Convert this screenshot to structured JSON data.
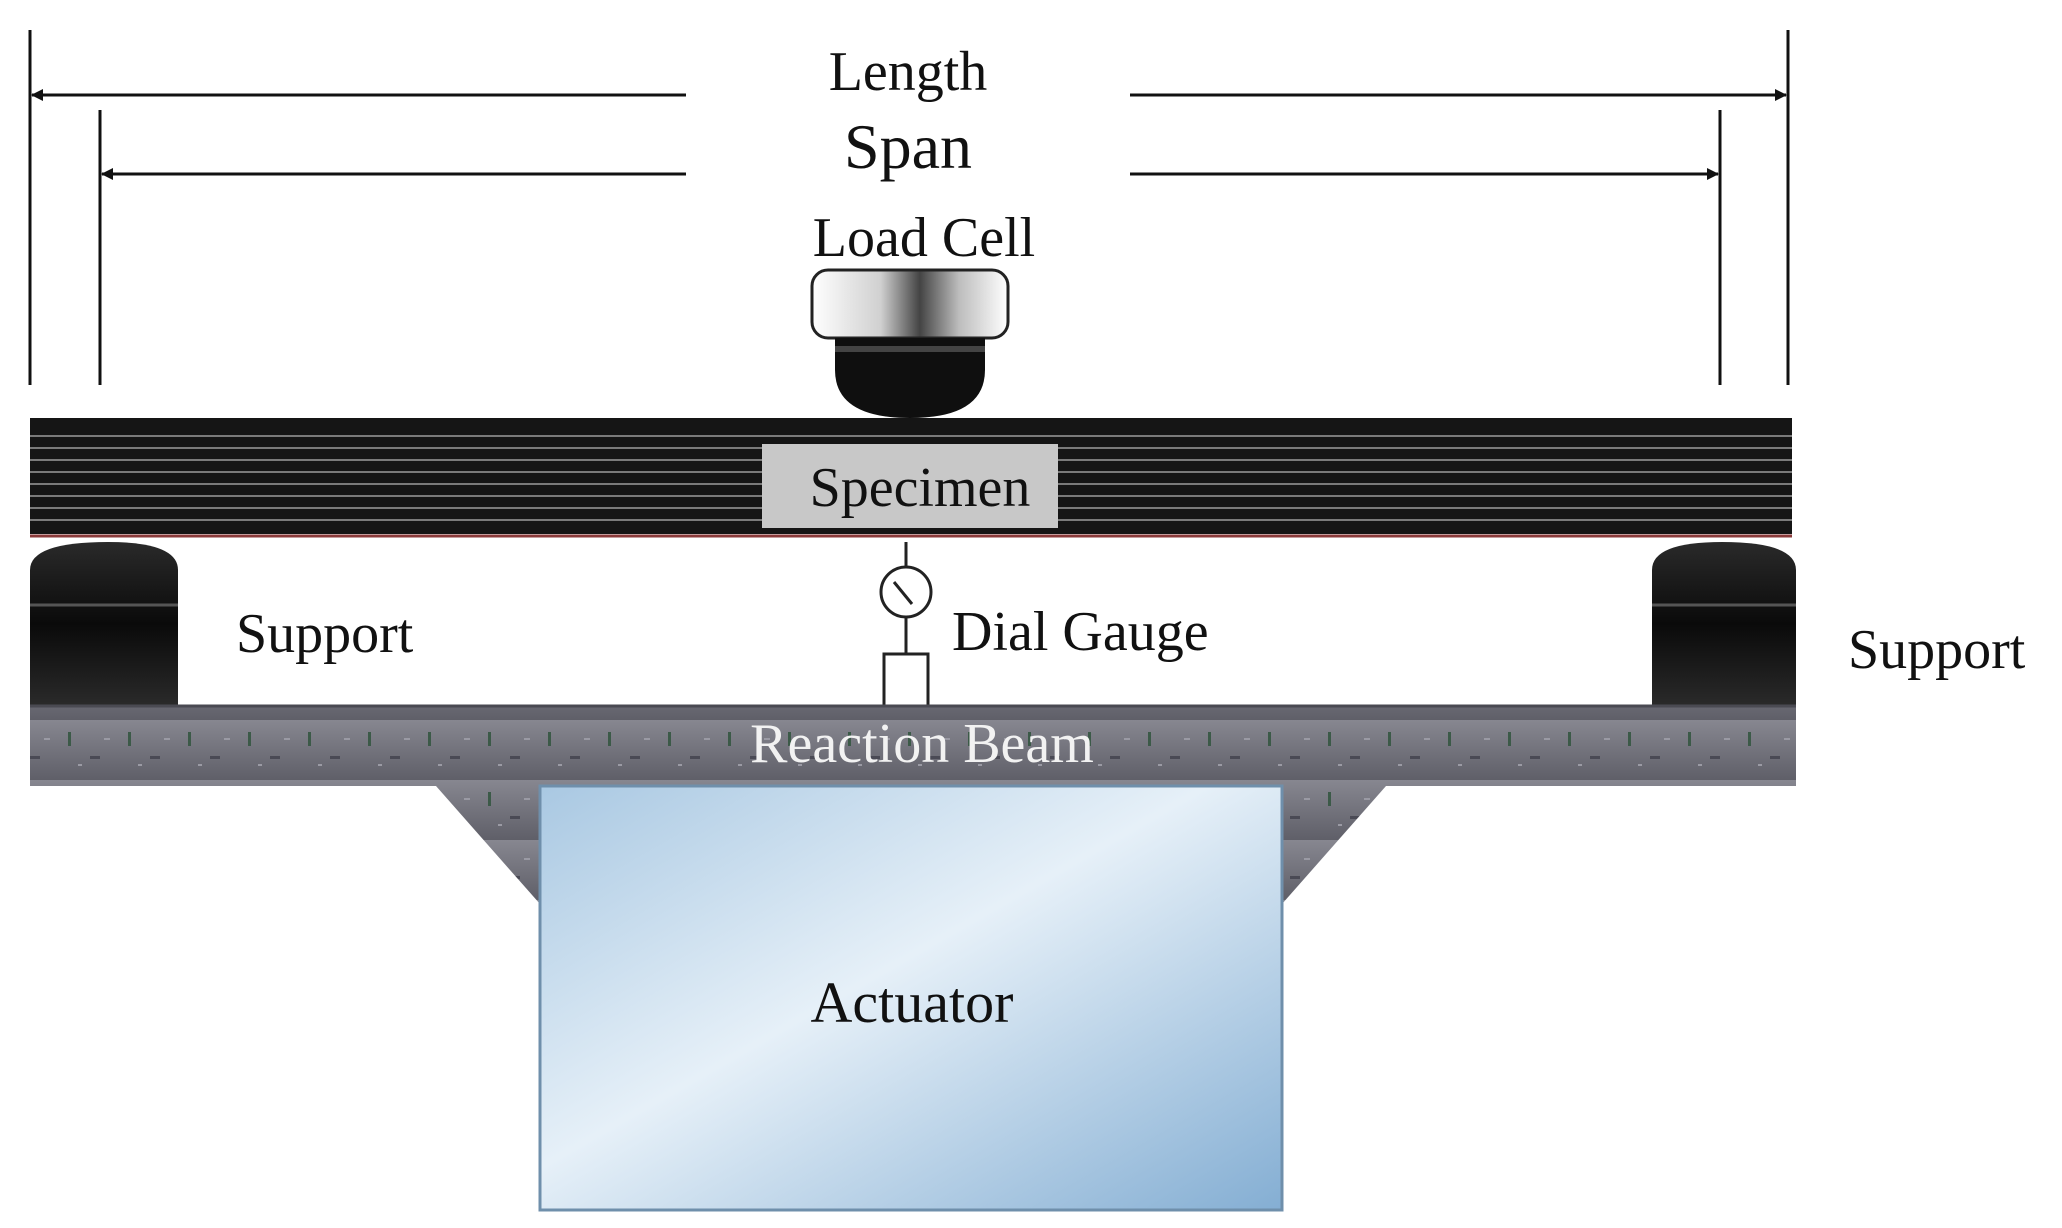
{
  "labels": {
    "length": "Length",
    "span": "Span",
    "load_cell": "Load Cell",
    "specimen": "Specimen",
    "support_left": "Support",
    "support_right": "Support",
    "dial_gauge": "Dial Gauge",
    "reaction_beam": "Reaction Beam",
    "actuator": "Actuator"
  },
  "colors": {
    "line": "#111111",
    "specimen_dark": "#1a1a1a",
    "specimen_label_bg": "#c8c8c8",
    "support_dark": "#0d0d0d",
    "reaction_beam": "#6f6f78",
    "actuator_light": "#dce9f3",
    "actuator_dark": "#8fb5d6"
  }
}
